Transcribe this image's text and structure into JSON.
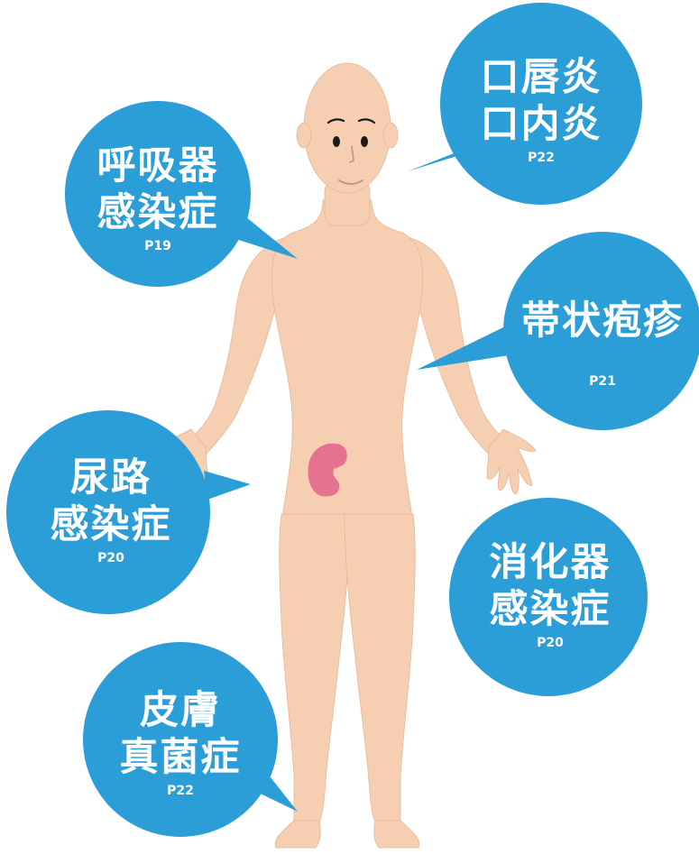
{
  "colors": {
    "bubble": "#2b9ed8",
    "skin": "#f6cfb2",
    "skin_edge": "#e8b596",
    "kidney": "#e6728f",
    "hair_eye": "#1a1a1a",
    "text": "#ffffff"
  },
  "bubbles": {
    "stomatitis": {
      "lines": [
        "口唇炎",
        "口内炎"
      ],
      "page": "P22"
    },
    "respiratory": {
      "lines": [
        "呼吸器",
        "感染症"
      ],
      "page": "P19"
    },
    "herpes": {
      "lines": [
        "帯状疱疹"
      ],
      "page": "P21"
    },
    "urinary": {
      "lines": [
        "尿路",
        "感染症"
      ],
      "page": "P20"
    },
    "digestive": {
      "lines": [
        "消化器",
        "感染症"
      ],
      "page": "P20"
    },
    "skin": {
      "lines": [
        "皮膚",
        "真菌症"
      ],
      "page": "P22"
    }
  }
}
